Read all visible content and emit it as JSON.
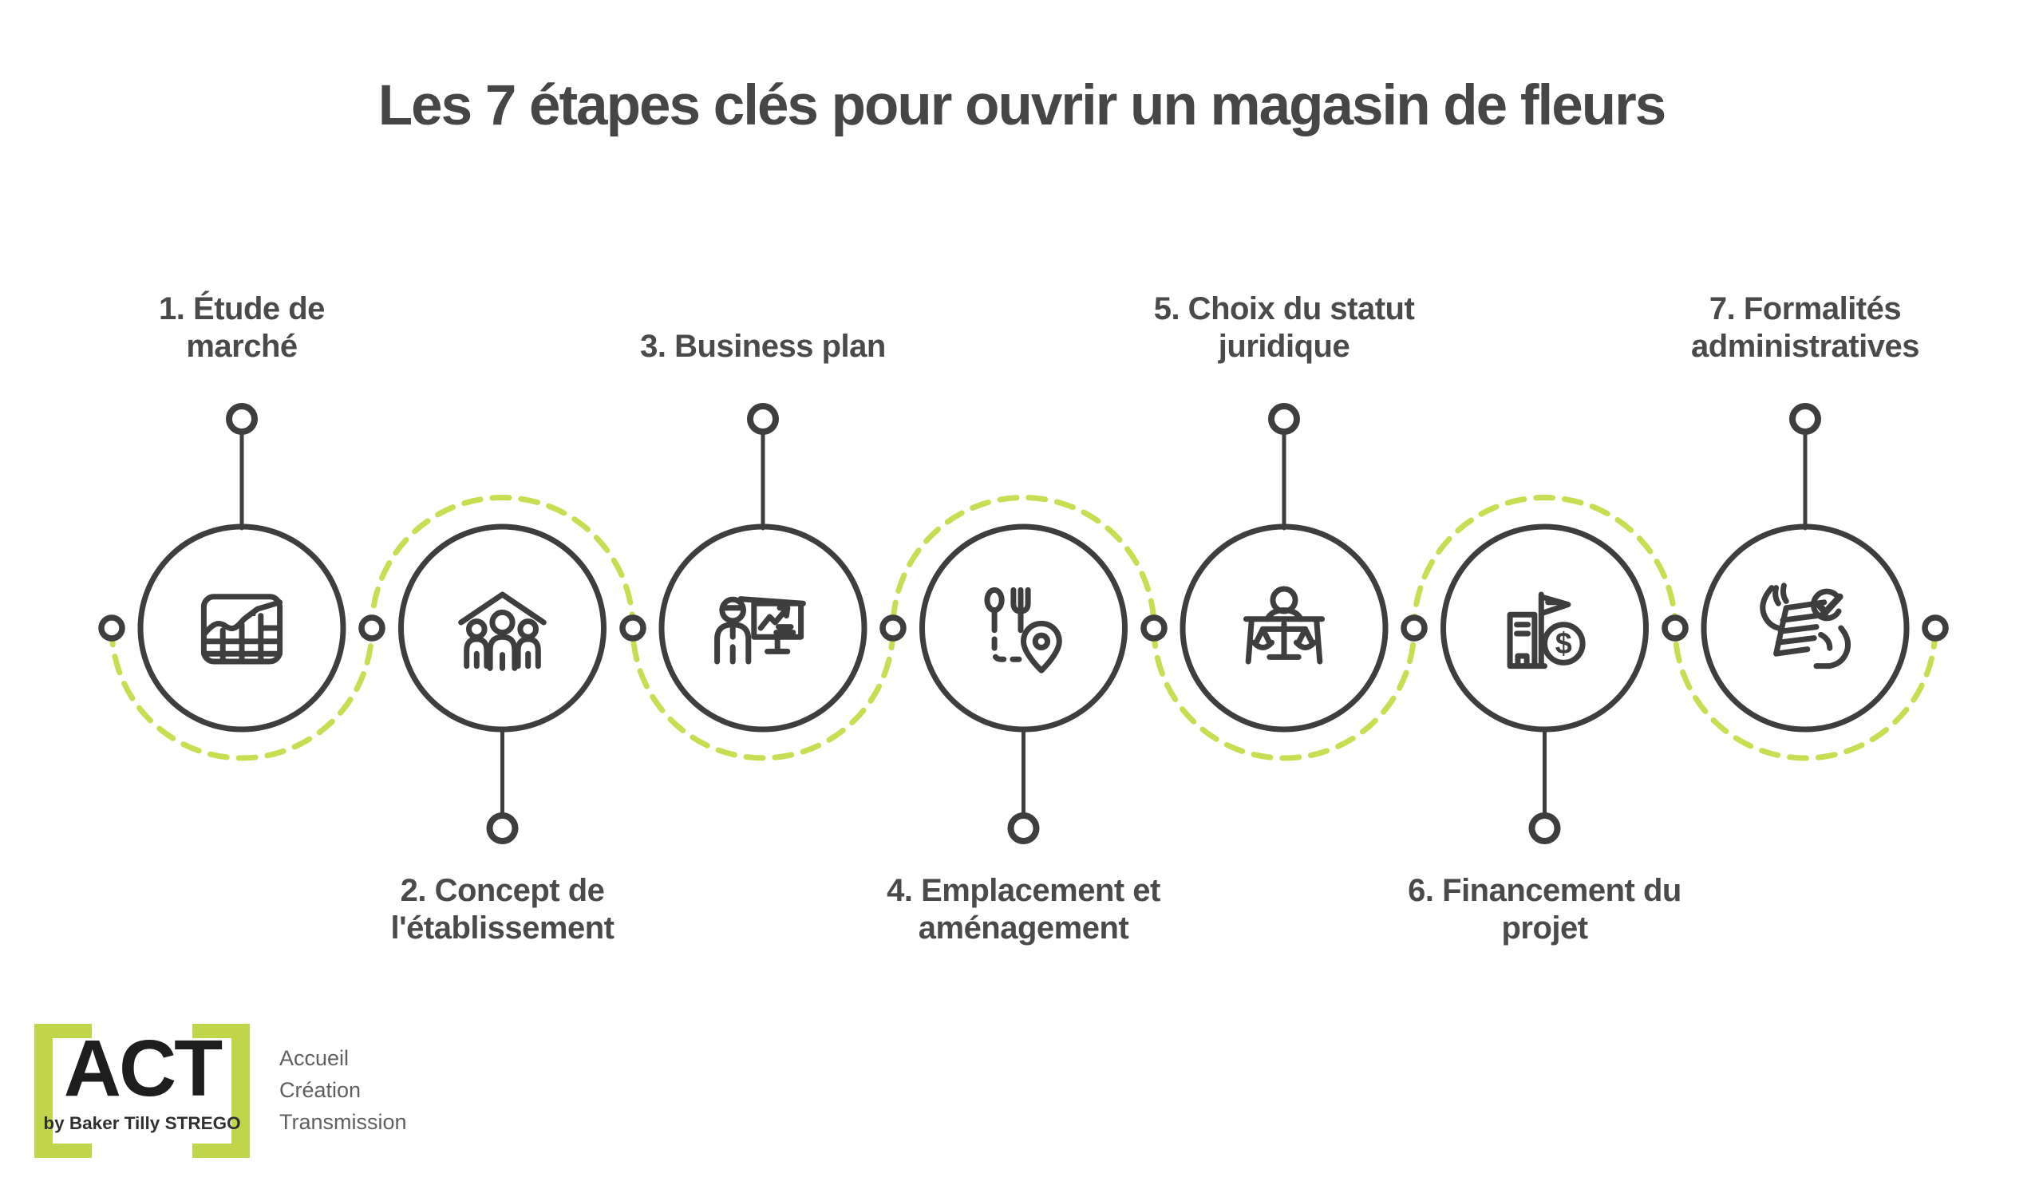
{
  "title": "Les 7 étapes clés pour ouvrir un magasin de fleurs",
  "steps": [
    {
      "number": 1,
      "label": "1. Étude de\nmarché",
      "label_position": "above",
      "icon": "market-chart-icon"
    },
    {
      "number": 2,
      "label": "2. Concept de\nl'établissement",
      "label_position": "below",
      "icon": "family-under-roof-icon"
    },
    {
      "number": 3,
      "label": "3. Business plan",
      "label_position": "above",
      "icon": "presentation-board-icon"
    },
    {
      "number": 4,
      "label": "4. Emplacement et\naménagement",
      "label_position": "below",
      "icon": "cutlery-map-pin-icon"
    },
    {
      "number": 5,
      "label": "5. Choix du statut\njuridique",
      "label_position": "above",
      "icon": "justice-scales-desk-icon"
    },
    {
      "number": 6,
      "label": "6. Financement du\nprojet",
      "label_position": "below",
      "icon": "building-dollar-coin-icon",
      "coin_symbol": "$"
    },
    {
      "number": 7,
      "label": "7. Formalités\nadministratives",
      "label_position": "above",
      "icon": "hands-document-check-icon"
    }
  ],
  "logo": {
    "name": "ACT",
    "byline": "by Baker Tilly STREGO",
    "tagline": [
      "Accueil",
      "Création",
      "Transmission"
    ]
  },
  "colors": {
    "outline_dark": "#3e3e3e",
    "accent_green": "#c8dd52",
    "logo_green": "#c1d54a",
    "text_gray": "#4a4a4a",
    "tagline_gray": "#5f5f5f"
  }
}
